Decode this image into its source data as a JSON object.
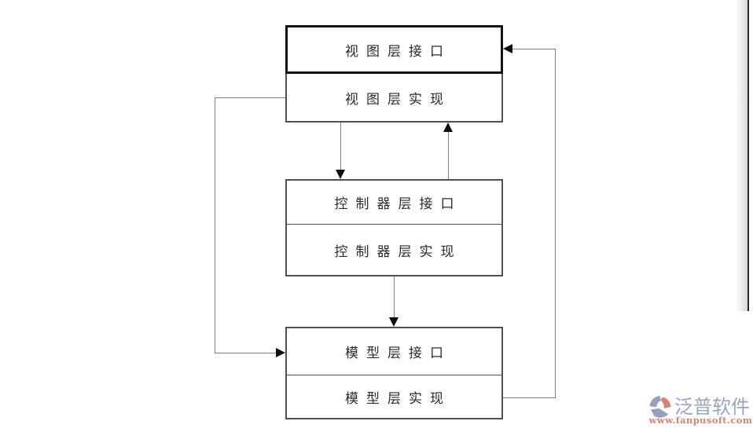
{
  "diagram": {
    "boxes": [
      {
        "name": "view-layer",
        "cells": [
          "视图层接口",
          "视图层实现"
        ]
      },
      {
        "name": "controller-layer",
        "cells": [
          "控制器层接口",
          "控制器层实现"
        ]
      },
      {
        "name": "model-layer",
        "cells": [
          "模型层接口",
          "模型层实现"
        ]
      }
    ],
    "connectors": [
      {
        "from": "view-layer-implementation",
        "to": "controller-layer-interface",
        "type": "arrow-down"
      },
      {
        "from": "controller-layer-interface",
        "to": "view-layer-implementation",
        "type": "arrow-up"
      },
      {
        "from": "controller-layer-implementation",
        "to": "model-layer-interface",
        "type": "arrow-down"
      },
      {
        "from": "view-layer-implementation",
        "to": "model-layer-interface",
        "type": "left-side-loop-arrow-right"
      },
      {
        "from": "model-layer-implementation",
        "to": "view-layer-interface",
        "type": "right-side-loop-arrow-left"
      }
    ]
  },
  "watermark": {
    "brand": "泛普软件",
    "url": "www.fanpusoft.com",
    "icon": "fanpu-logo-icon",
    "brand_color": "#9aa3bd",
    "url_color": "#d8836e",
    "icon_coral": "#d9826d",
    "icon_slate": "#97a0ba"
  },
  "colors": {
    "background": "#ffffff",
    "box_border": "#4f4f4f",
    "emphasized_cell_border": "#141414",
    "connector_line": "#808080",
    "arrowhead": "#0d0d0d",
    "text": "#2b2b2b",
    "page_edge": "#262626"
  }
}
